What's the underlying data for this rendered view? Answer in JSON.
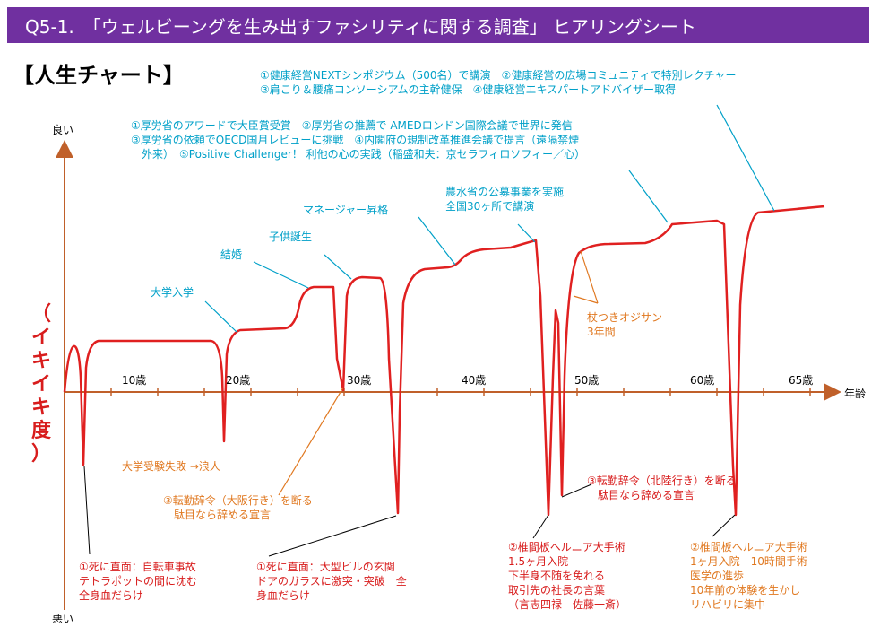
{
  "header": {
    "title": "Q5-1.　「ウェルビーングを生み出すファシリティに関する調査」 ヒアリングシート"
  },
  "section_title": "【人生チャート】",
  "axis": {
    "y_top": "良い",
    "y_bottom": "悪い",
    "y_label_paren_open": "（",
    "y_label_chars": [
      "イ",
      "キ",
      "イ",
      "キ",
      "度"
    ],
    "y_label_paren_close": "）",
    "x_label": "年齢",
    "ages": [
      "10歳",
      "20歳",
      "30歳",
      "40歳",
      "50歳",
      "60歳",
      "65歳"
    ]
  },
  "annotations": {
    "top1": [
      "①健康経営NEXTシンポジウム（500名）で講演　②健康経営の広場コミュニティで特別レクチャー",
      "③肩こり＆腰痛コンソーシアムの主幹健保　④健康経営エキスパートアドバイザー取得"
    ],
    "top2": [
      "①厚労省のアワードで大臣賞受賞　②厚労省の推薦で AMEDロンドン国際会議で世界に発信",
      "③厚労省の依頼でOECD国月レビューに挑戦　④内閣府の規制改革推進会議で提言（遠隔禁煙",
      "　外来）　⑤Positive Challenger！ 利他の心の実践（稲盛和夫：京セラフィロソフィー／心）"
    ],
    "agri": [
      "農水省の公募事業を実施",
      "全国30ヶ所で講演"
    ],
    "manager": "マネージャー昇格",
    "child": "子供誕生",
    "marriage": "結婚",
    "university": "大学入学",
    "cane": [
      "杖つきオジサン",
      "3年間"
    ],
    "exam": "大学受験失敗 →浪人",
    "transfer_osaka": [
      "③転勤辞令（大阪行き）を断る",
      "　駄目なら辞める宣言"
    ],
    "transfer_hokuriku": [
      "③転勤辞令（北陸行き）を断る",
      "　駄目なら辞める宣言"
    ],
    "death1": [
      "①死に直面：自転車事故",
      "テトラポットの間に沈む",
      "全身血だらけ"
    ],
    "death2": [
      "①死に直面：大型ビルの玄関",
      "ドアのガラスに激突・突破　全",
      "身血だらけ"
    ],
    "hernia1": [
      "②椎間板ヘルニア大手術",
      "1.5ヶ月入院",
      "下半身不随を免れる",
      "取引先の社長の言葉",
      "（言志四禄　佐藤一斎）"
    ],
    "hernia2": [
      "②椎間板ヘルニア大手術",
      "1ヶ月入院　10時間手術",
      "医学の進歩",
      "10年前の体験を生かし",
      "リハビリに集中"
    ]
  },
  "colors": {
    "header": "#7030a0",
    "curve": "#e02020",
    "axis": "#c0602a",
    "teal": "#00a0c8",
    "orange": "#e07820",
    "red": "#d81c1c"
  }
}
